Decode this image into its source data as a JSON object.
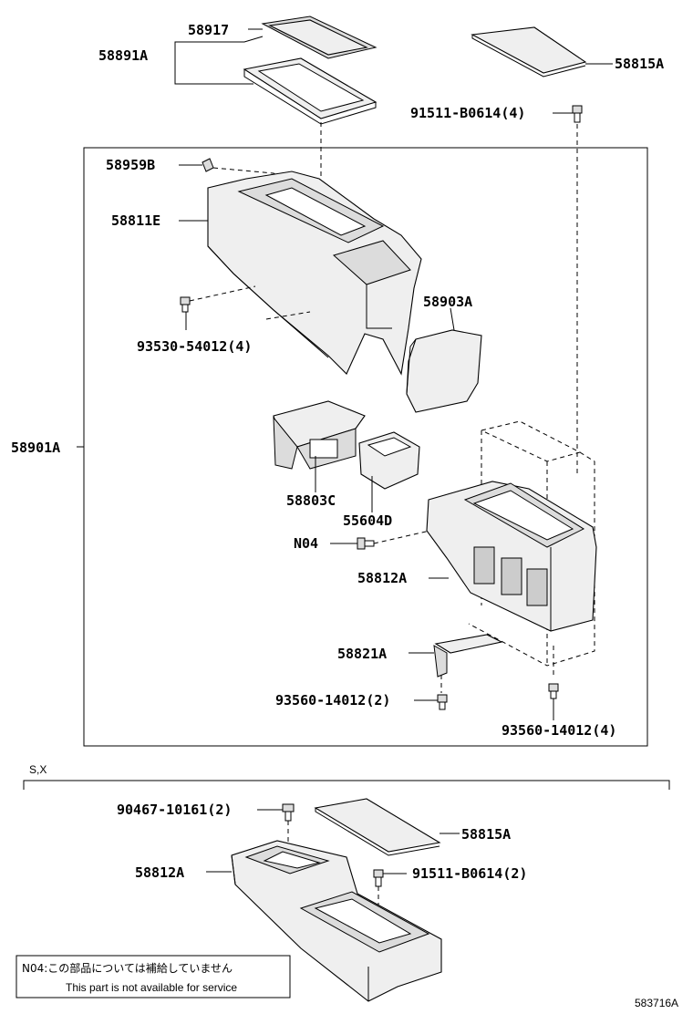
{
  "labels": {
    "p58917": "58917",
    "p58891A": "58891A",
    "p58815A_top": "58815A",
    "p91511_4": "91511-B0614(4)",
    "p58959B": "58959B",
    "p58811E": "58811E",
    "p58903A": "58903A",
    "p93530": "93530-54012(4)",
    "p58901A": "58901A",
    "p58803C": "58803C",
    "p55604D": "55604D",
    "pN04": "N04",
    "p58812A_top": "58812A",
    "p58821A": "58821A",
    "p93560_2": "93560-14012(2)",
    "p93560_4": "93560-14012(4)",
    "variant": "S,X",
    "p90467": "90467-10161(2)",
    "p58815A_bottom": "58815A",
    "p58812A_bottom": "58812A",
    "p91511_2": "91511-B0614(2)"
  },
  "note": {
    "line1": "N04:この部品については補給していません",
    "line2": "This part is not available for service"
  },
  "figure_code": "583716A"
}
